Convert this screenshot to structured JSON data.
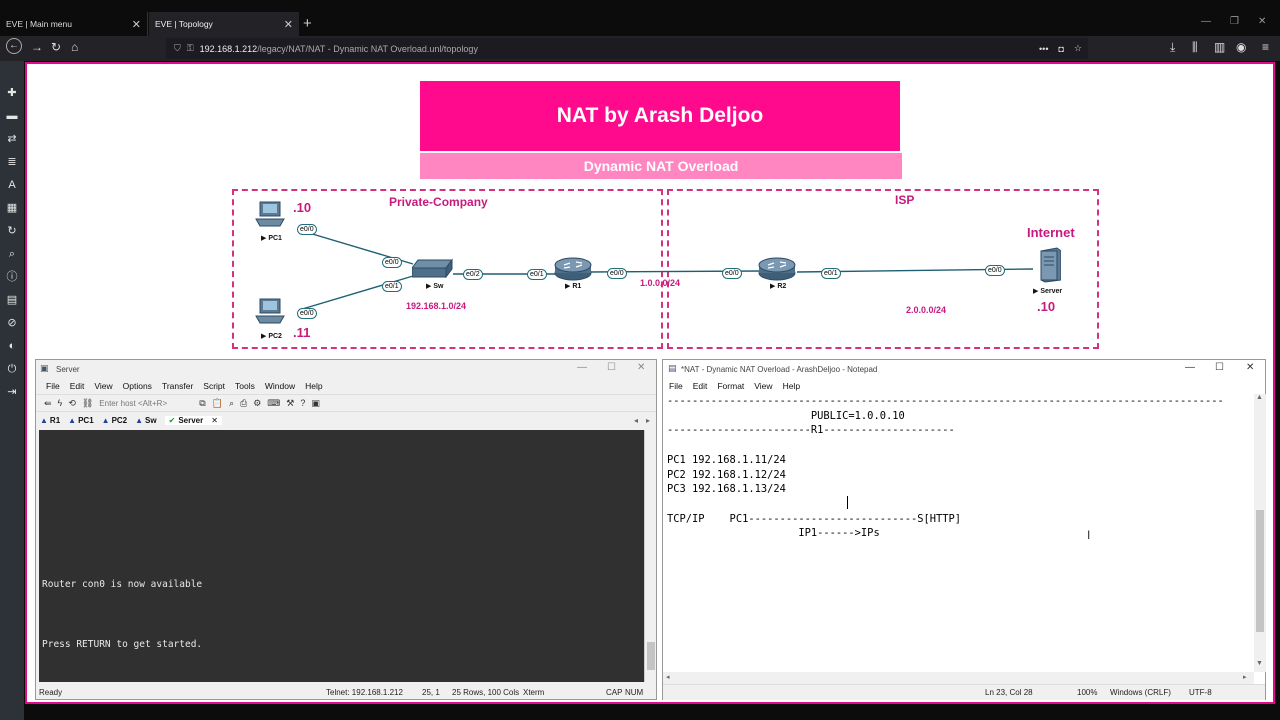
{
  "browser": {
    "tabs": [
      {
        "label": "EVE | Main menu"
      },
      {
        "label": "EVE | Topology"
      }
    ],
    "url_host": "192.168.1.212",
    "url_path": "/legacy/NAT/NAT - Dynamic NAT Overload.unl/topology"
  },
  "topology": {
    "title": "NAT by Arash Deljoo",
    "subtitle": "Dynamic NAT Overload",
    "zones": {
      "private": "Private-Company",
      "isp": "ISP",
      "internet": "Internet"
    },
    "networks": {
      "lan": "192.168.1.0/24",
      "wan1": "1.0.0.0/24",
      "wan2": "2.0.0.0/24"
    },
    "host_ids": {
      "pc1": ".10",
      "pc2": ".11",
      "server": ".10"
    },
    "devices": {
      "pc1": "PC1",
      "pc2": "PC2",
      "sw": "Sw",
      "r1": "R1",
      "r2": "R2",
      "server": "Server"
    },
    "interfaces": {
      "pc1_e00": "e0/0",
      "pc2_e00": "e0/0",
      "sw_e00": "e0/0",
      "sw_e01": "e0/1",
      "sw_e02": "e0/2",
      "r1_e01": "e0/1",
      "r1_e00": "e0/0",
      "r2_e00": "e0/0",
      "r2_e01": "e0/1",
      "server_e00": "e0/0"
    }
  },
  "terminal": {
    "title": "Server",
    "menu": [
      "File",
      "Edit",
      "View",
      "Options",
      "Transfer",
      "Script",
      "Tools",
      "Window",
      "Help"
    ],
    "host_placeholder": "Enter host <Alt+R>",
    "sessions": [
      "R1",
      "PC1",
      "PC2",
      "Sw",
      "Server"
    ],
    "lines": [
      "Router con0 is now available",
      "Press RETURN to get started."
    ],
    "status": {
      "ready": "Ready",
      "telnet": "Telnet: 192.168.1.212",
      "cursor": "25,  1",
      "size": "25 Rows, 100 Cols",
      "emulation": "Xterm",
      "caps": "CAP",
      "num": "NUM"
    }
  },
  "notepad": {
    "title": "*NAT - Dynamic NAT Overload - ArashDeljoo - Notepad",
    "menu": [
      "File",
      "Edit",
      "Format",
      "View",
      "Help"
    ],
    "text": "-----------------------------------------------------------------------------------------\n                       PUBLIC=1.0.0.10\n-----------------------R1---------------------\n\nPC1 192.168.1.11/24\nPC2 192.168.1.12/24\nPC3 192.168.1.13/24\n\nTCP/IP    PC1---------------------------S[HTTP]\n                     IP1------>IPs",
    "status": {
      "position": "Ln 23, Col 28",
      "zoom": "100%",
      "eol": "Windows (CRLF)",
      "encoding": "UTF-8"
    }
  }
}
